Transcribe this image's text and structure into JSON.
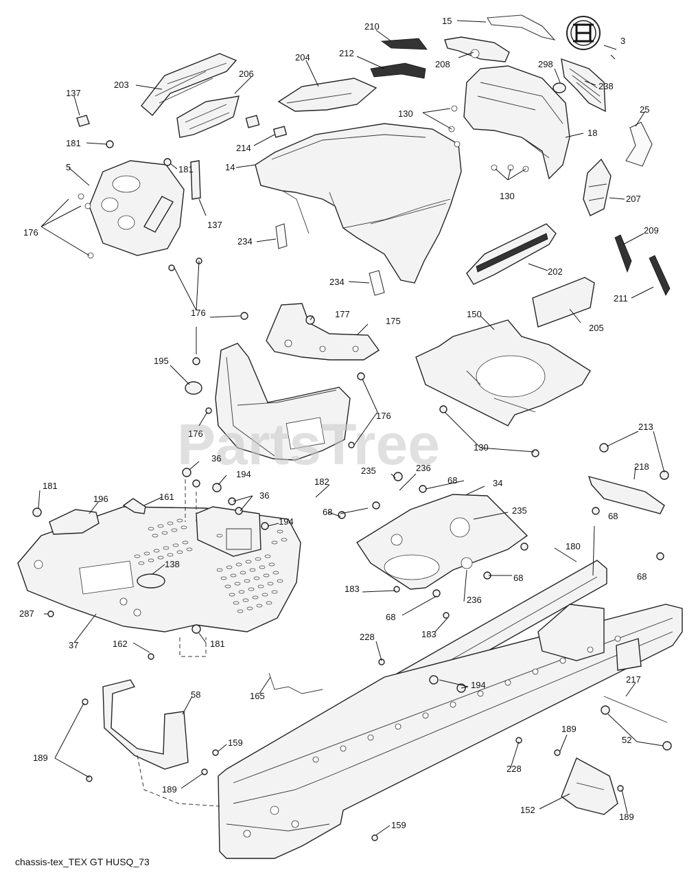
{
  "watermark": "PartsTree",
  "caption": "chassis-tex_TEX GT HUSQ_73",
  "callouts": [
    {
      "text": "15"
    },
    {
      "text": "3"
    },
    {
      "text": "210"
    },
    {
      "text": "212"
    },
    {
      "text": "204"
    },
    {
      "text": "208"
    },
    {
      "text": "298"
    },
    {
      "text": "238"
    },
    {
      "text": "203"
    },
    {
      "text": "206"
    },
    {
      "text": "137"
    },
    {
      "text": "130"
    },
    {
      "text": "25"
    },
    {
      "text": "18"
    },
    {
      "text": "181"
    },
    {
      "text": "214"
    },
    {
      "text": "5"
    },
    {
      "text": "181"
    },
    {
      "text": "14"
    },
    {
      "text": "130"
    },
    {
      "text": "207"
    },
    {
      "text": "137"
    },
    {
      "text": "176"
    },
    {
      "text": "234"
    },
    {
      "text": "209"
    },
    {
      "text": "202"
    },
    {
      "text": "234"
    },
    {
      "text": "211"
    },
    {
      "text": "176"
    },
    {
      "text": "177"
    },
    {
      "text": "150"
    },
    {
      "text": "175"
    },
    {
      "text": "205"
    },
    {
      "text": "195"
    },
    {
      "text": "176"
    },
    {
      "text": "176"
    },
    {
      "text": "130"
    },
    {
      "text": "213"
    },
    {
      "text": "36"
    },
    {
      "text": "194"
    },
    {
      "text": "235"
    },
    {
      "text": "236"
    },
    {
      "text": "68"
    },
    {
      "text": "182"
    },
    {
      "text": "218"
    },
    {
      "text": "181"
    },
    {
      "text": "196"
    },
    {
      "text": "161"
    },
    {
      "text": "36"
    },
    {
      "text": "34"
    },
    {
      "text": "194"
    },
    {
      "text": "68"
    },
    {
      "text": "235"
    },
    {
      "text": "68"
    },
    {
      "text": "180"
    },
    {
      "text": "138"
    },
    {
      "text": "68"
    },
    {
      "text": "68"
    },
    {
      "text": "183"
    },
    {
      "text": "236"
    },
    {
      "text": "287"
    },
    {
      "text": "68"
    },
    {
      "text": "183"
    },
    {
      "text": "37"
    },
    {
      "text": "162"
    },
    {
      "text": "181"
    },
    {
      "text": "228"
    },
    {
      "text": "165"
    },
    {
      "text": "194"
    },
    {
      "text": "217"
    },
    {
      "text": "58"
    },
    {
      "text": "189"
    },
    {
      "text": "52"
    },
    {
      "text": "159"
    },
    {
      "text": "189"
    },
    {
      "text": "228"
    },
    {
      "text": "189"
    },
    {
      "text": "152"
    },
    {
      "text": "159"
    },
    {
      "text": "189"
    }
  ]
}
